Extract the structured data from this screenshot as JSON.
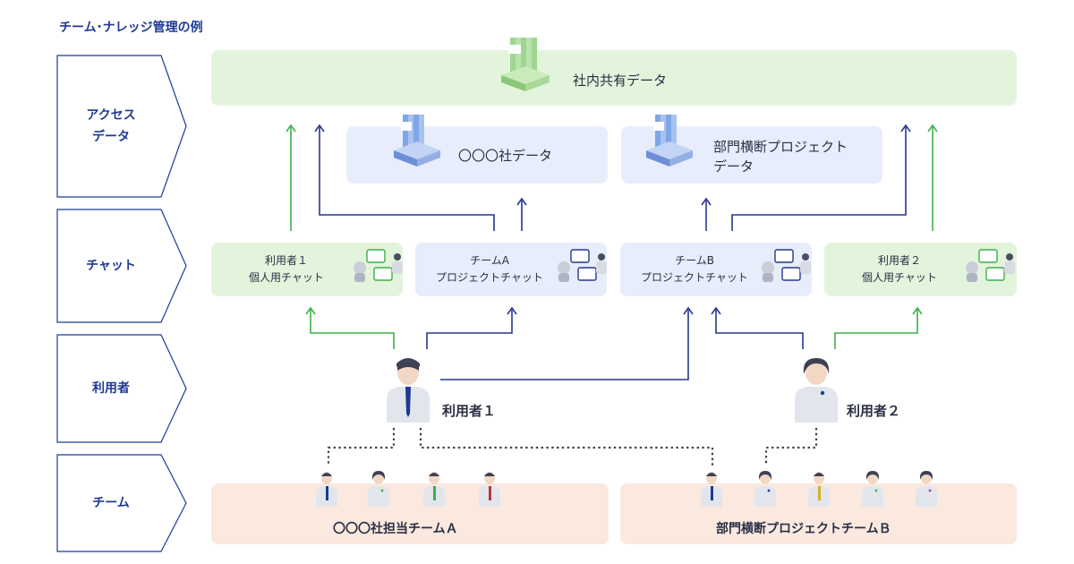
{
  "title": "チーム･ナレッジ管理の例",
  "rows": {
    "access": [
      "アクセス",
      "データ"
    ],
    "chat": "チャット",
    "user": "利用者",
    "team": "チーム"
  },
  "data": {
    "shared": "社内共有データ",
    "company": "〇〇〇社データ",
    "cross": [
      "部門横断プロジェクト",
      "データ"
    ]
  },
  "chats": [
    {
      "line1": "利用者１",
      "line2": "個人用チャット"
    },
    {
      "line1": "チームA",
      "line2": "プロジェクトチャット"
    },
    {
      "line1": "チームB",
      "line2": "プロジェクトチャット"
    },
    {
      "line1": "利用者２",
      "line2": "個人用チャット"
    }
  ],
  "users": {
    "u1": "利用者１",
    "u2": "利用者２"
  },
  "teams": {
    "a": "〇〇〇社担当チームＡ",
    "b": "部門横断プロジェクトチームＢ"
  },
  "colors": {
    "title": "#1f3a93",
    "green_line": "#3dae4a",
    "blue_line": "#26368f",
    "green_box": "#e3f4dc",
    "blue_box": "#e7edfb",
    "peach_box": "#fbe9df"
  }
}
